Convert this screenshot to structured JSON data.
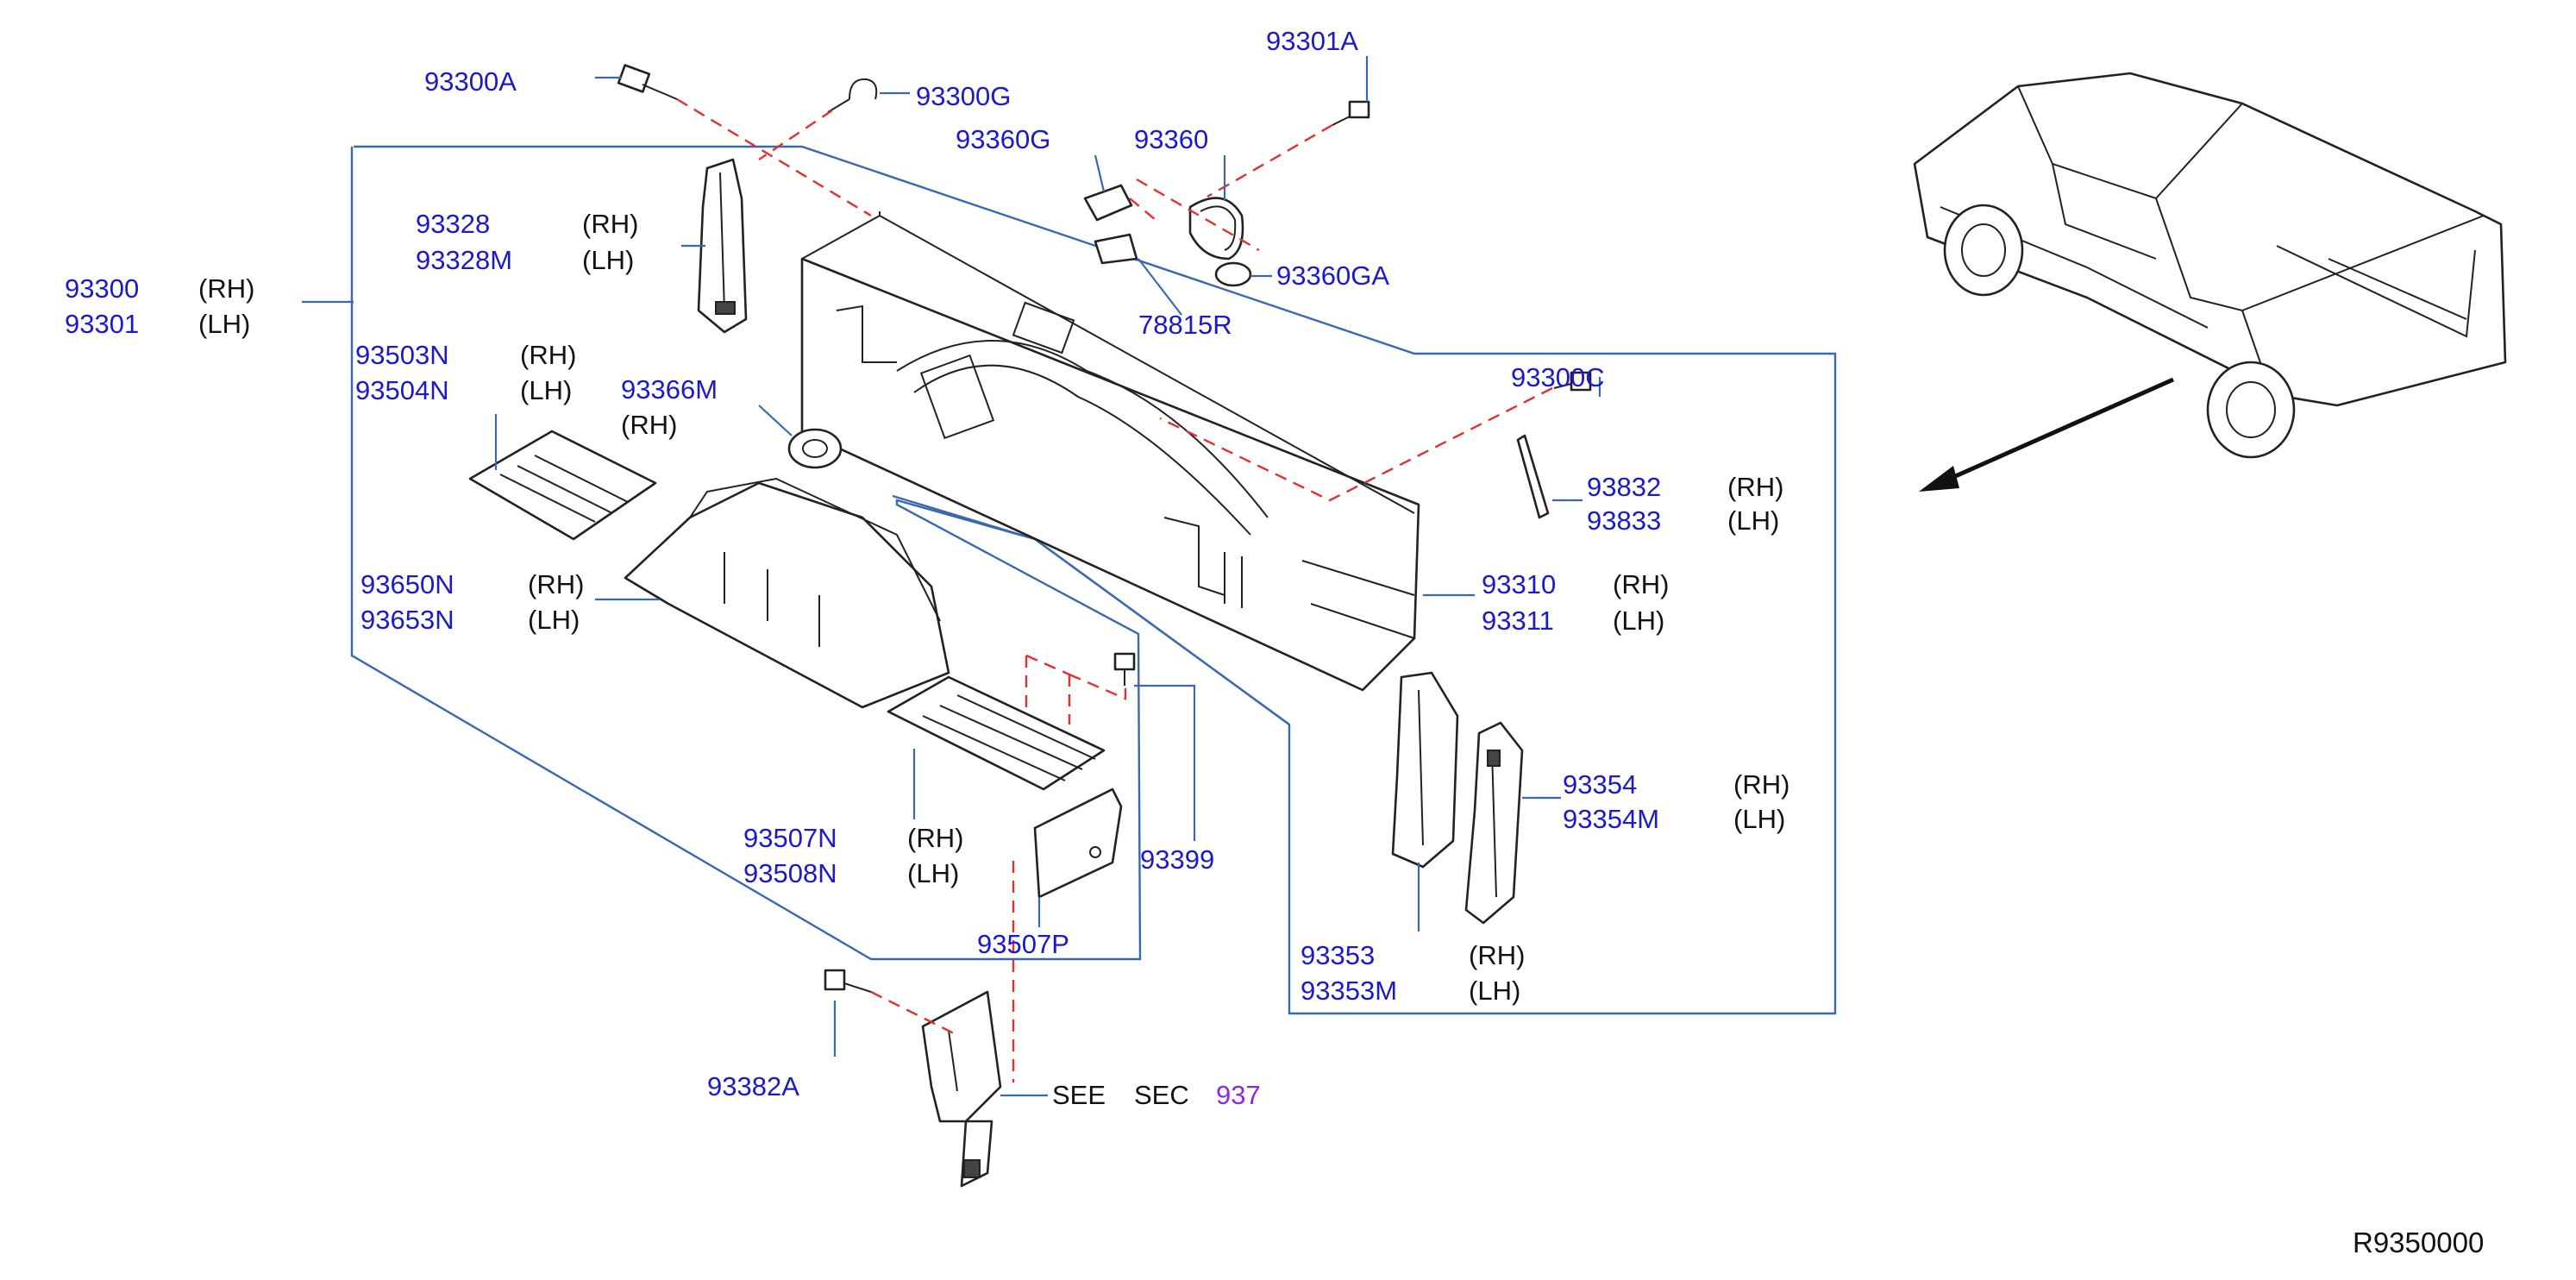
{
  "labels": {
    "p93300A": "93300A",
    "p93300G": "93300G",
    "p93301A": "93301A",
    "p93360G": "93360G",
    "p93360": "93360",
    "p93360GA": "93360GA",
    "p78815R": "78815R",
    "p93328": "93328",
    "p93328M": "93328M",
    "p93300": "93300",
    "p93301": "93301",
    "p93503N": "93503N",
    "p93504N": "93504N",
    "p93366M": "93366M",
    "p93650N": "93650N",
    "p93653N": "93653N",
    "p93300C": "93300C",
    "p93832": "93832",
    "p93833": "93833",
    "p93310": "93310",
    "p93311": "93311",
    "p93354": "93354",
    "p93354M": "93354M",
    "p93353": "93353",
    "p93353M": "93353M",
    "p93507N": "93507N",
    "p93508N": "93508N",
    "p93399": "93399",
    "p93507P": "93507P",
    "p93382A": "93382A"
  },
  "sides": {
    "rh": "(RH)",
    "lh": "(LH)"
  },
  "see_sec": {
    "see": "SEE",
    "sec": "SEC",
    "ref": "937"
  },
  "ref_code": "R9350000",
  "colors": {
    "part_number": "#1a1acc",
    "leader": "#3a68b0",
    "dashed": "#e23030",
    "section_link": "#8a2be2"
  }
}
